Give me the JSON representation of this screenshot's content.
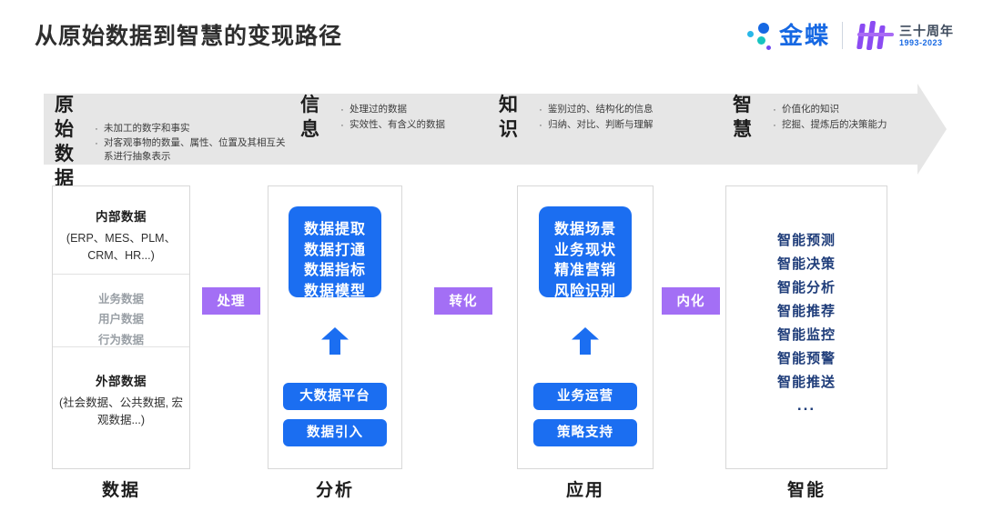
{
  "header": {
    "title": "从原始数据到智慧的变现路径",
    "brand": "金蝶",
    "anniversary_cn": "三十周年",
    "anniversary_years": "1993-2023"
  },
  "band": [
    {
      "head": "原始数据",
      "bullets": [
        "未加工的数字和事实",
        "对客观事物的数量、属性、位置及其相互关系进行抽象表示"
      ]
    },
    {
      "head": "信息",
      "bullets": [
        "处理过的数据",
        "实效性、有含义的数据"
      ]
    },
    {
      "head": "知识",
      "bullets": [
        "鉴别过的、结构化的信息",
        "归纳、对比、判断与理解"
      ]
    },
    {
      "head": "智慧",
      "bullets": [
        "价值化的知识",
        "挖掘、提炼后的决策能力"
      ]
    }
  ],
  "columns": {
    "data": {
      "footer": "数据",
      "internal_title": "内部数据",
      "internal_sub": "(ERP、MES、PLM、CRM、HR...)",
      "middle_items": [
        "业务数据",
        "用户数据",
        "行为数据"
      ],
      "external_title": "外部数据",
      "external_sub": "(社会数据、公共数据, 宏观数据...)"
    },
    "analysis": {
      "footer": "分析",
      "box": "数据提取\n数据打通\n数据指标\n数据模型",
      "pill_1": "大数据平台",
      "pill_2": "数据引入"
    },
    "application": {
      "footer": "应用",
      "box": "数据场景\n业务现状\n精准营销\n风险识别",
      "pill_1": "业务运营",
      "pill_2": "策略支持"
    },
    "intelligence": {
      "footer": "智能",
      "items": [
        "智能预测",
        "智能决策",
        "智能分析",
        "智能推荐",
        "智能监控",
        "智能预警",
        "智能推送"
      ],
      "more": "..."
    }
  },
  "connectors": [
    {
      "label": "处理"
    },
    {
      "label": "转化"
    },
    {
      "label": "内化"
    }
  ],
  "colors": {
    "brand_blue": "#1668e3",
    "box_blue": "#1b6ef1",
    "connector_purple": "#a36ff5",
    "connector_cyan": "#17c3f7",
    "band_gray": "#e6e6e6",
    "intel_navy": "#1f3d7a"
  }
}
